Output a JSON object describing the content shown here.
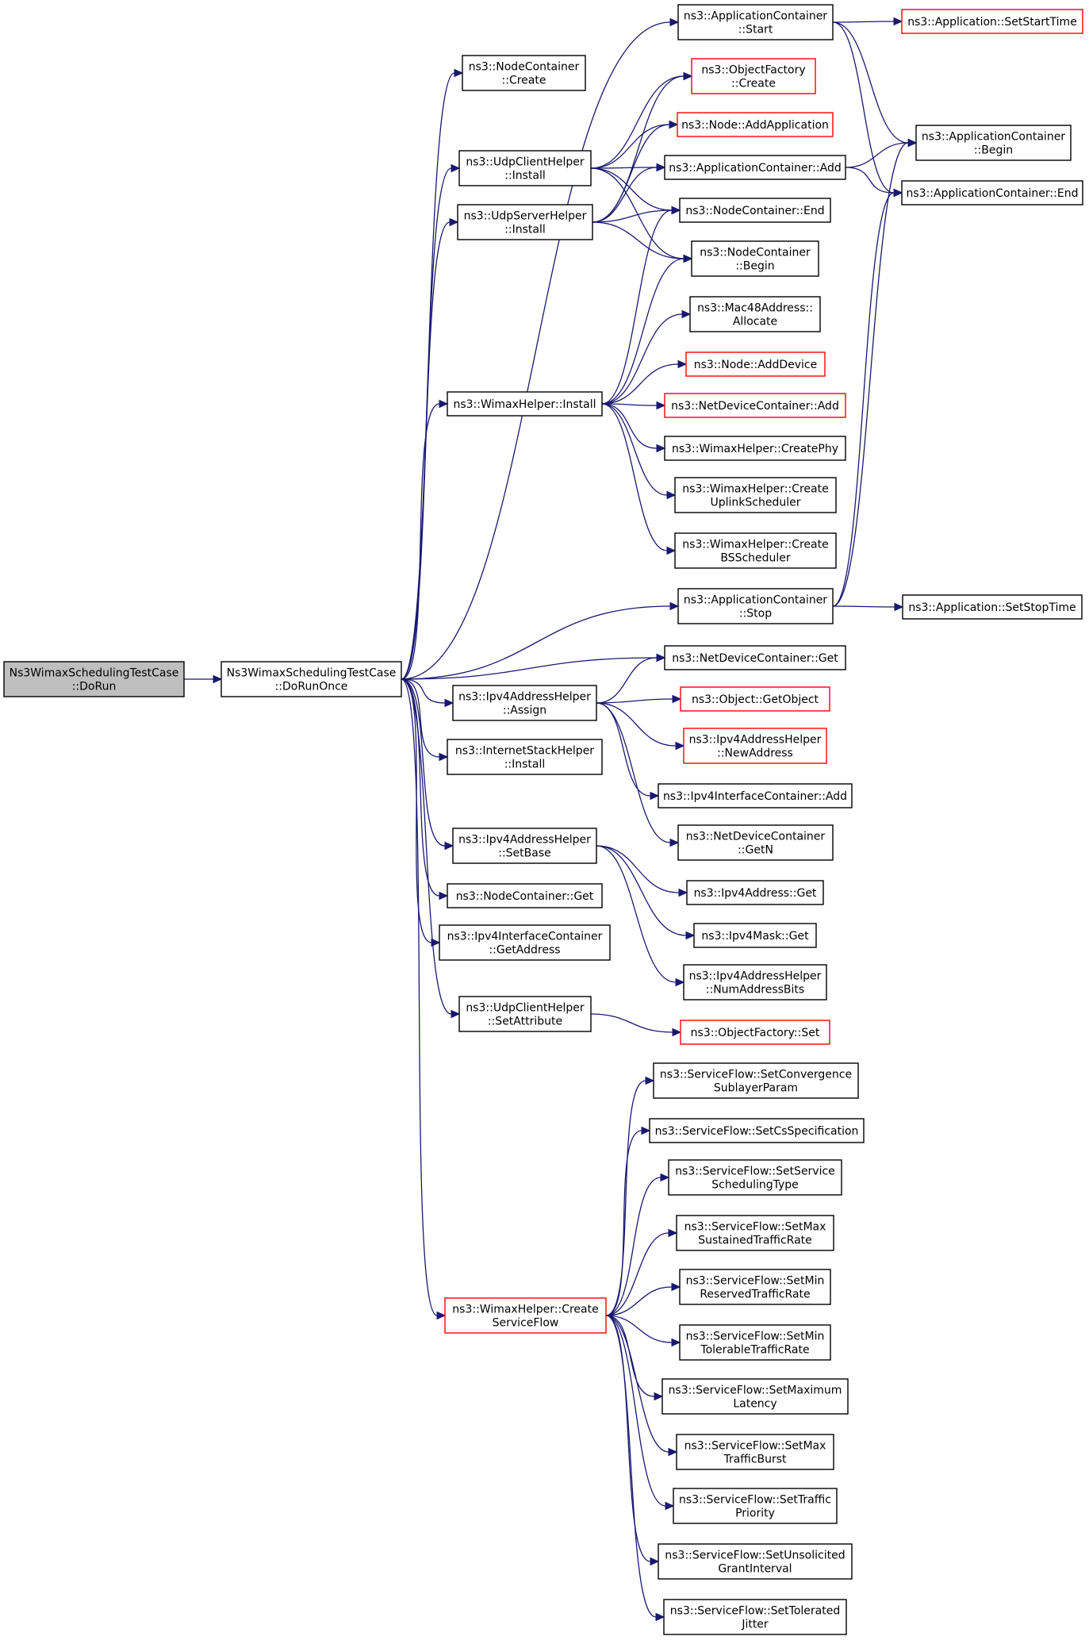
{
  "colors": {
    "edge": "#191970",
    "border_normal": "#000000",
    "border_highlight": "#ff0000",
    "root_fill": "#bfbfbf",
    "node_fill": "#ffffff"
  },
  "nodes": [
    {
      "id": "dorun",
      "lines": [
        "Ns3WimaxSchedulingTestCase",
        "::DoRun"
      ],
      "style": "root"
    },
    {
      "id": "dorunonce",
      "lines": [
        "Ns3WimaxSchedulingTestCase",
        "::DoRunOnce"
      ],
      "style": "normal"
    },
    {
      "id": "nc_create",
      "lines": [
        "ns3::NodeContainer",
        "::Create"
      ],
      "style": "normal"
    },
    {
      "id": "udpclient_install",
      "lines": [
        "ns3::UdpClientHelper",
        "::Install"
      ],
      "style": "normal"
    },
    {
      "id": "udpserver_install",
      "lines": [
        "ns3::UdpServerHelper",
        "::Install"
      ],
      "style": "normal"
    },
    {
      "id": "wimax_install",
      "lines": [
        "ns3::WimaxHelper::Install"
      ],
      "style": "normal"
    },
    {
      "id": "ipv4_assign",
      "lines": [
        "ns3::Ipv4AddressHelper",
        "::Assign"
      ],
      "style": "normal"
    },
    {
      "id": "inet_install",
      "lines": [
        "ns3::InternetStackHelper",
        "::Install"
      ],
      "style": "normal"
    },
    {
      "id": "ipv4_setbase",
      "lines": [
        "ns3::Ipv4AddressHelper",
        "::SetBase"
      ],
      "style": "normal"
    },
    {
      "id": "nc_get",
      "lines": [
        "ns3::NodeContainer::Get"
      ],
      "style": "normal"
    },
    {
      "id": "ipv4ic_getaddress",
      "lines": [
        "ns3::Ipv4InterfaceContainer",
        "::GetAddress"
      ],
      "style": "normal"
    },
    {
      "id": "udpclient_setattr",
      "lines": [
        "ns3::UdpClientHelper",
        "::SetAttribute"
      ],
      "style": "normal"
    },
    {
      "id": "wimax_createsf",
      "lines": [
        "ns3::WimaxHelper::Create",
        "ServiceFlow"
      ],
      "style": "highlight"
    },
    {
      "id": "appc_start",
      "lines": [
        "ns3::ApplicationContainer",
        "::Start"
      ],
      "style": "normal"
    },
    {
      "id": "of_create",
      "lines": [
        "ns3::ObjectFactory",
        "::Create"
      ],
      "style": "highlight"
    },
    {
      "id": "node_addapp",
      "lines": [
        "ns3::Node::AddApplication"
      ],
      "style": "highlight"
    },
    {
      "id": "appc_add",
      "lines": [
        "ns3::ApplicationContainer::Add"
      ],
      "style": "normal"
    },
    {
      "id": "nc_end",
      "lines": [
        "ns3::NodeContainer::End"
      ],
      "style": "normal"
    },
    {
      "id": "nc_begin",
      "lines": [
        "ns3::NodeContainer",
        "::Begin"
      ],
      "style": "normal"
    },
    {
      "id": "mac48_alloc",
      "lines": [
        "ns3::Mac48Address::",
        "Allocate"
      ],
      "style": "normal"
    },
    {
      "id": "node_adddevice",
      "lines": [
        "ns3::Node::AddDevice"
      ],
      "style": "highlight"
    },
    {
      "id": "ndc_add",
      "lines": [
        "ns3::NetDeviceContainer::Add"
      ],
      "style": "highlight"
    },
    {
      "id": "wimax_createphy",
      "lines": [
        "ns3::WimaxHelper::CreatePhy"
      ],
      "style": "normal"
    },
    {
      "id": "wimax_createul",
      "lines": [
        "ns3::WimaxHelper::Create",
        "UplinkScheduler"
      ],
      "style": "normal"
    },
    {
      "id": "wimax_createbs",
      "lines": [
        "ns3::WimaxHelper::Create",
        "BSScheduler"
      ],
      "style": "normal"
    },
    {
      "id": "appc_stop",
      "lines": [
        "ns3::ApplicationContainer",
        "::Stop"
      ],
      "style": "normal"
    },
    {
      "id": "ndc_get",
      "lines": [
        "ns3::NetDeviceContainer::Get"
      ],
      "style": "normal"
    },
    {
      "id": "obj_getobject",
      "lines": [
        "ns3::Object::GetObject"
      ],
      "style": "highlight"
    },
    {
      "id": "ipv4_newaddress",
      "lines": [
        "ns3::Ipv4AddressHelper",
        "::NewAddress"
      ],
      "style": "highlight"
    },
    {
      "id": "ipv4ic_add",
      "lines": [
        "ns3::Ipv4InterfaceContainer::Add"
      ],
      "style": "normal"
    },
    {
      "id": "ndc_getn",
      "lines": [
        "ns3::NetDeviceContainer",
        "::GetN"
      ],
      "style": "normal"
    },
    {
      "id": "ipv4addr_get",
      "lines": [
        "ns3::Ipv4Address::Get"
      ],
      "style": "normal"
    },
    {
      "id": "ipv4mask_get",
      "lines": [
        "ns3::Ipv4Mask::Get"
      ],
      "style": "normal"
    },
    {
      "id": "ipv4_numaddrbits",
      "lines": [
        "ns3::Ipv4AddressHelper",
        "::NumAddressBits"
      ],
      "style": "normal"
    },
    {
      "id": "of_set",
      "lines": [
        "ns3::ObjectFactory::Set"
      ],
      "style": "highlight"
    },
    {
      "id": "sf_setconv",
      "lines": [
        "ns3::ServiceFlow::SetConvergence",
        "SublayerParam"
      ],
      "style": "normal"
    },
    {
      "id": "sf_setcs",
      "lines": [
        "ns3::ServiceFlow::SetCsSpecification"
      ],
      "style": "normal"
    },
    {
      "id": "sf_setsvc",
      "lines": [
        "ns3::ServiceFlow::SetService",
        "SchedulingType"
      ],
      "style": "normal"
    },
    {
      "id": "sf_setmaxsus",
      "lines": [
        "ns3::ServiceFlow::SetMax",
        "SustainedTrafficRate"
      ],
      "style": "normal"
    },
    {
      "id": "sf_setminres",
      "lines": [
        "ns3::ServiceFlow::SetMin",
        "ReservedTrafficRate"
      ],
      "style": "normal"
    },
    {
      "id": "sf_setmintol",
      "lines": [
        "ns3::ServiceFlow::SetMin",
        "TolerableTrafficRate"
      ],
      "style": "normal"
    },
    {
      "id": "sf_setmaxlat",
      "lines": [
        "ns3::ServiceFlow::SetMaximum",
        "Latency"
      ],
      "style": "normal"
    },
    {
      "id": "sf_setmaxburst",
      "lines": [
        "ns3::ServiceFlow::SetMax",
        "TrafficBurst"
      ],
      "style": "normal"
    },
    {
      "id": "sf_settrafprio",
      "lines": [
        "ns3::ServiceFlow::SetTraffic",
        "Priority"
      ],
      "style": "normal"
    },
    {
      "id": "sf_setunsol",
      "lines": [
        "ns3::ServiceFlow::SetUnsolicited",
        "GrantInterval"
      ],
      "style": "normal"
    },
    {
      "id": "sf_settoljit",
      "lines": [
        "ns3::ServiceFlow::SetTolerated",
        "Jitter"
      ],
      "style": "normal"
    },
    {
      "id": "app_setstart",
      "lines": [
        "ns3::Application::SetStartTime"
      ],
      "style": "highlight"
    },
    {
      "id": "appc_begin",
      "lines": [
        "ns3::ApplicationContainer",
        "::Begin"
      ],
      "style": "normal"
    },
    {
      "id": "appc_end",
      "lines": [
        "ns3::ApplicationContainer::End"
      ],
      "style": "normal"
    },
    {
      "id": "app_setstop",
      "lines": [
        "ns3::Application::SetStopTime"
      ],
      "style": "normal"
    }
  ],
  "edges": [
    [
      "dorun",
      "dorunonce"
    ],
    [
      "dorunonce",
      "nc_create"
    ],
    [
      "dorunonce",
      "udpclient_install"
    ],
    [
      "dorunonce",
      "udpserver_install"
    ],
    [
      "dorunonce",
      "wimax_install"
    ],
    [
      "dorunonce",
      "appc_start"
    ],
    [
      "dorunonce",
      "appc_stop"
    ],
    [
      "dorunonce",
      "ndc_get"
    ],
    [
      "dorunonce",
      "ipv4_assign"
    ],
    [
      "dorunonce",
      "inet_install"
    ],
    [
      "dorunonce",
      "ipv4_setbase"
    ],
    [
      "dorunonce",
      "nc_get"
    ],
    [
      "dorunonce",
      "ipv4ic_getaddress"
    ],
    [
      "dorunonce",
      "udpclient_setattr"
    ],
    [
      "dorunonce",
      "wimax_createsf"
    ],
    [
      "udpclient_install",
      "of_create"
    ],
    [
      "udpclient_install",
      "node_addapp"
    ],
    [
      "udpclient_install",
      "appc_add"
    ],
    [
      "udpclient_install",
      "nc_end"
    ],
    [
      "udpclient_install",
      "nc_begin"
    ],
    [
      "udpserver_install",
      "of_create"
    ],
    [
      "udpserver_install",
      "node_addapp"
    ],
    [
      "udpserver_install",
      "appc_add"
    ],
    [
      "udpserver_install",
      "nc_end"
    ],
    [
      "udpserver_install",
      "nc_begin"
    ],
    [
      "wimax_install",
      "nc_end"
    ],
    [
      "wimax_install",
      "nc_begin"
    ],
    [
      "wimax_install",
      "mac48_alloc"
    ],
    [
      "wimax_install",
      "node_adddevice"
    ],
    [
      "wimax_install",
      "ndc_add"
    ],
    [
      "wimax_install",
      "wimax_createphy"
    ],
    [
      "wimax_install",
      "wimax_createul"
    ],
    [
      "wimax_install",
      "wimax_createbs"
    ],
    [
      "appc_start",
      "app_setstart"
    ],
    [
      "appc_start",
      "appc_begin"
    ],
    [
      "appc_start",
      "appc_end"
    ],
    [
      "appc_add",
      "appc_begin"
    ],
    [
      "appc_add",
      "appc_end"
    ],
    [
      "appc_stop",
      "app_setstop"
    ],
    [
      "appc_stop",
      "appc_begin"
    ],
    [
      "appc_stop",
      "appc_end"
    ],
    [
      "ipv4_assign",
      "ndc_get"
    ],
    [
      "ipv4_assign",
      "obj_getobject"
    ],
    [
      "ipv4_assign",
      "ipv4_newaddress"
    ],
    [
      "ipv4_assign",
      "ipv4ic_add"
    ],
    [
      "ipv4_assign",
      "ndc_getn"
    ],
    [
      "ipv4_setbase",
      "ipv4addr_get"
    ],
    [
      "ipv4_setbase",
      "ipv4mask_get"
    ],
    [
      "ipv4_setbase",
      "ipv4_numaddrbits"
    ],
    [
      "udpclient_setattr",
      "of_set"
    ],
    [
      "wimax_createsf",
      "sf_setconv"
    ],
    [
      "wimax_createsf",
      "sf_setcs"
    ],
    [
      "wimax_createsf",
      "sf_setsvc"
    ],
    [
      "wimax_createsf",
      "sf_setmaxsus"
    ],
    [
      "wimax_createsf",
      "sf_setminres"
    ],
    [
      "wimax_createsf",
      "sf_setmintol"
    ],
    [
      "wimax_createsf",
      "sf_setmaxlat"
    ],
    [
      "wimax_createsf",
      "sf_setmaxburst"
    ],
    [
      "wimax_createsf",
      "sf_settrafprio"
    ],
    [
      "wimax_createsf",
      "sf_setunsol"
    ],
    [
      "wimax_createsf",
      "sf_settoljit"
    ]
  ]
}
